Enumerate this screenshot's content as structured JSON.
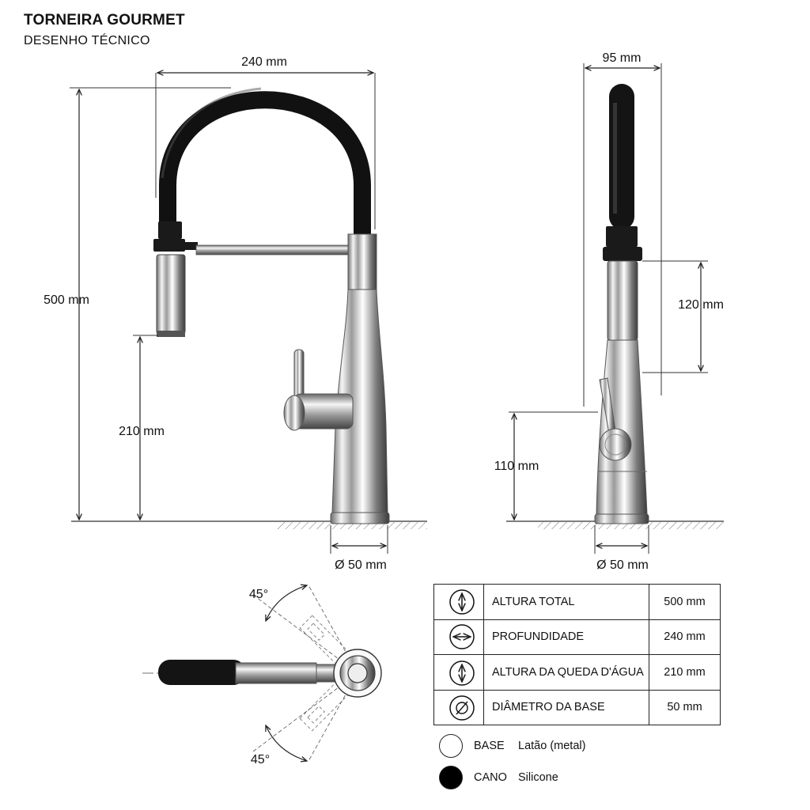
{
  "title": "TORNEIRA GOURMET",
  "subtitle": "DESENHO TÉCNICO",
  "dimensions": {
    "width_front": "240 mm",
    "width_side": "95 mm",
    "height_total": "500 mm",
    "spout_height": "210 mm",
    "head_length": "120 mm",
    "handle_height": "110 mm",
    "base_front": "Ø 50 mm",
    "base_side": "Ø 50 mm",
    "angle_top": "45°",
    "angle_bottom": "45°"
  },
  "specs": [
    {
      "icon": "vertical-arrows-icon",
      "label": "ALTURA TOTAL",
      "value": "500 mm"
    },
    {
      "icon": "horizontal-arrows-icon",
      "label": "PROFUNDIDADE",
      "value": "240 mm"
    },
    {
      "icon": "vertical-arrows-icon",
      "label": "ALTURA DA QUEDA D'ÁGUA",
      "value": "210 mm"
    },
    {
      "icon": "diameter-icon",
      "label": "DIÂMETRO DA BASE",
      "value": "50 mm"
    }
  ],
  "legend": [
    {
      "key": "BASE",
      "value": "Latão (metal)",
      "color": "#ffffff"
    },
    {
      "key": "CANO",
      "value": "Silicone",
      "color": "#000000"
    }
  ]
}
